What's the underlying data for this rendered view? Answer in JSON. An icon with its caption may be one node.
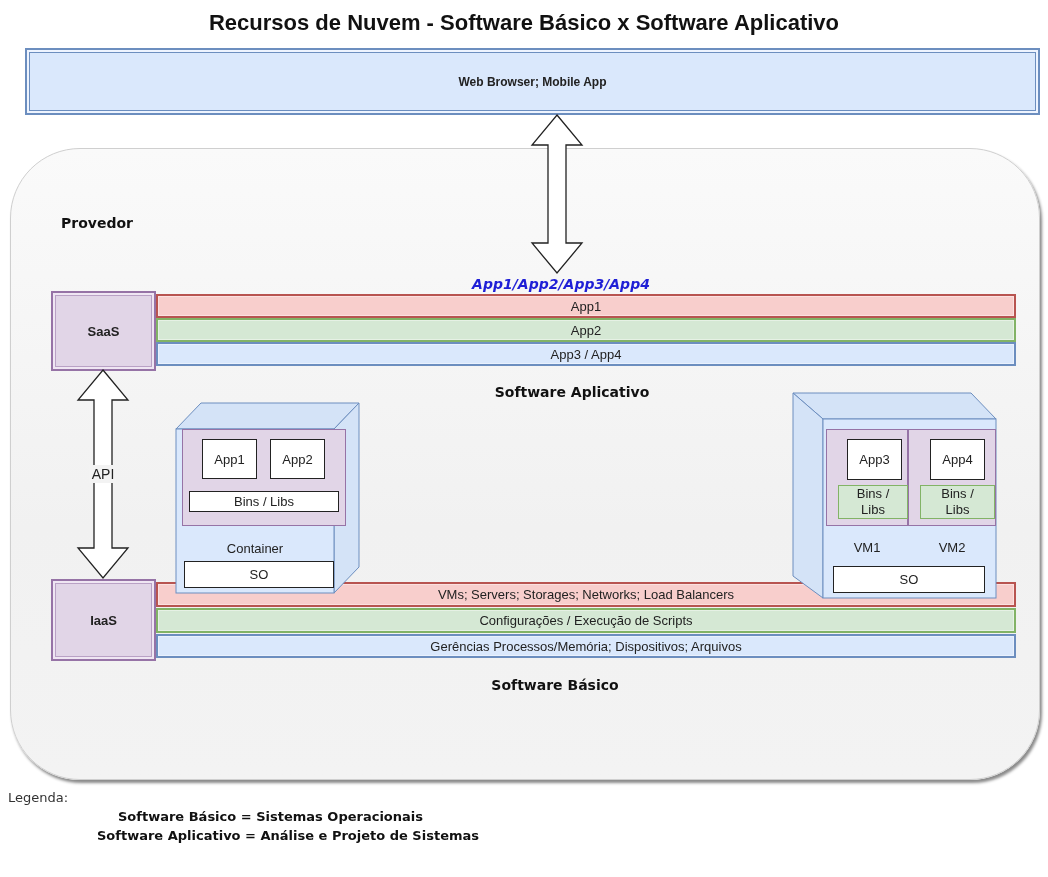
{
  "diagram": {
    "title": "Recursos de Nuvem - Software Básico x Software Aplicativo",
    "nodes": [
      {
        "text": [
          "Web Browser; Mobile App"
        ]
      },
      {
        "text": [
          "Provedor"
        ]
      },
      {
        "text": [
          "App1/App2/App3/App4"
        ],
        "in": 1
      },
      {
        "text": [
          "SaaS"
        ],
        "in": 1
      },
      {
        "text": [
          "App1"
        ],
        "in": 1
      },
      {
        "text": [
          "App2"
        ],
        "in": 1
      },
      {
        "text": [
          "App3 / App4"
        ],
        "in": 1
      },
      {
        "text": [
          "Container"
        ],
        "in": 1
      },
      {
        "text": [],
        "shape": "box",
        "in": 7
      },
      {
        "text": [
          "App1"
        ],
        "in": 8
      },
      {
        "text": [
          "App2"
        ],
        "in": 8
      },
      {
        "text": [
          "Bins / Libs"
        ],
        "in": 8
      },
      {
        "text": [
          "SO"
        ],
        "in": 7
      },
      {
        "text": [
          "VM1",
          "VM2"
        ],
        "in": 1
      },
      {
        "text": [],
        "shape": "box",
        "in": 13
      },
      {
        "text": [
          "App3"
        ],
        "in": 14
      },
      {
        "text": [
          "Bins / Libs"
        ],
        "in": 14
      },
      {
        "text": [],
        "shape": "box",
        "in": 13
      },
      {
        "text": [
          "App4"
        ],
        "in": 17
      },
      {
        "text": [
          "Bins / Libs"
        ],
        "in": 17
      },
      {
        "text": [
          "SO"
        ],
        "in": 13
      },
      {
        "text": [
          "IaaS"
        ],
        "in": 1
      },
      {
        "text": [
          "VMs; Servers; Storages; Networks; Load Balancers"
        ],
        "in": 1
      },
      {
        "text": [
          "Configurações / Execução de Scripts"
        ],
        "in": 1
      },
      {
        "text": [
          "Gerências Processos/Memória; Dispositivos; Arquivos"
        ],
        "in": 1
      }
    ],
    "edges": [
      {
        "from": 0,
        "to": 2,
        "arrow": "both"
      },
      {
        "from": 3,
        "to": 21,
        "arrow": "both",
        "label": "API"
      }
    ],
    "labels": [
      "Software Aplicativo",
      "Software Básico",
      "Legenda:",
      "Software Básico = Sistemas Operacionais",
      "Software Aplicativo = Análise e Projeto de Sistemas"
    ]
  }
}
